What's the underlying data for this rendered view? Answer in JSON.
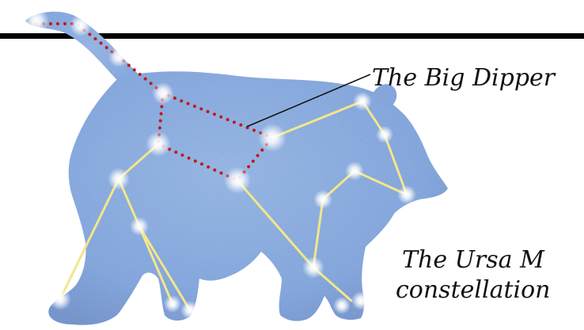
{
  "labels": {
    "big_dipper": "The Big Dipper",
    "ursa_major_line1": "The Ursa M",
    "ursa_major_line2": "constellation"
  },
  "colors": {
    "bear_fill": "#6f9ad8",
    "bear_edge": "#5a84c4",
    "constellation_line": "#f2e68a",
    "dipper_dots": "#c21818",
    "star_glow": "#ffffff",
    "top_bar": "#000000",
    "text": "#111111"
  }
}
